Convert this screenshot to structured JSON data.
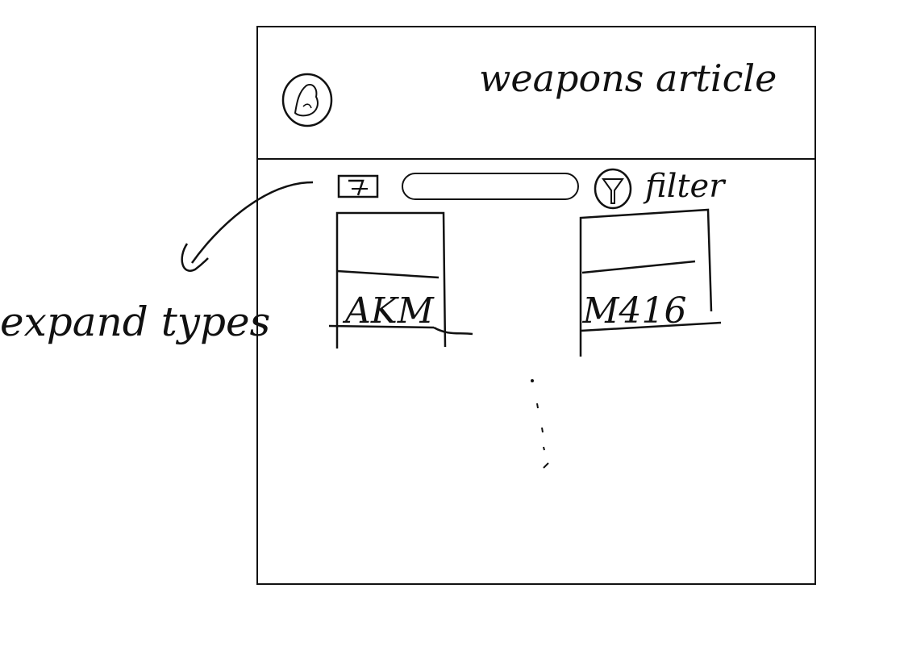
{
  "header": {
    "title": "weapons article",
    "avatar_icon": "avatar-icon"
  },
  "toolbar": {
    "expand_icon": "expand-icon",
    "search_placeholder": "",
    "filter_icon": "filter-icon",
    "filter_label": "filter"
  },
  "weapons": [
    {
      "name": "AKM"
    },
    {
      "name": "M416"
    }
  ],
  "annotations": {
    "expand_types": "expand types"
  }
}
